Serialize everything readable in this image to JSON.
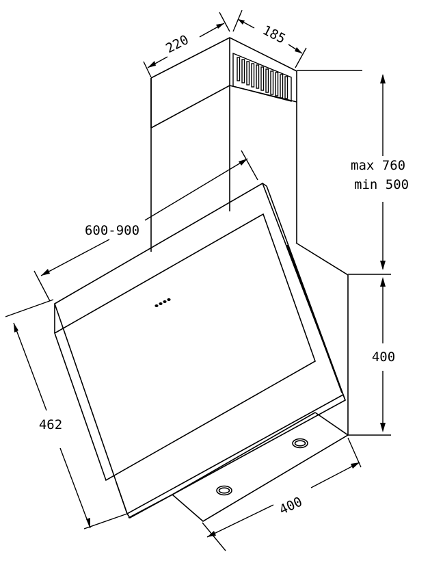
{
  "dimensions": {
    "chimney_width": "220",
    "chimney_depth": "185",
    "height_max": "max 760",
    "height_min": "min 500",
    "hood_width": "600-900",
    "back_height": "400",
    "glass_height": "462",
    "bottom_width": "400"
  },
  "colors": {
    "line": "#000000",
    "background": "#ffffff"
  }
}
